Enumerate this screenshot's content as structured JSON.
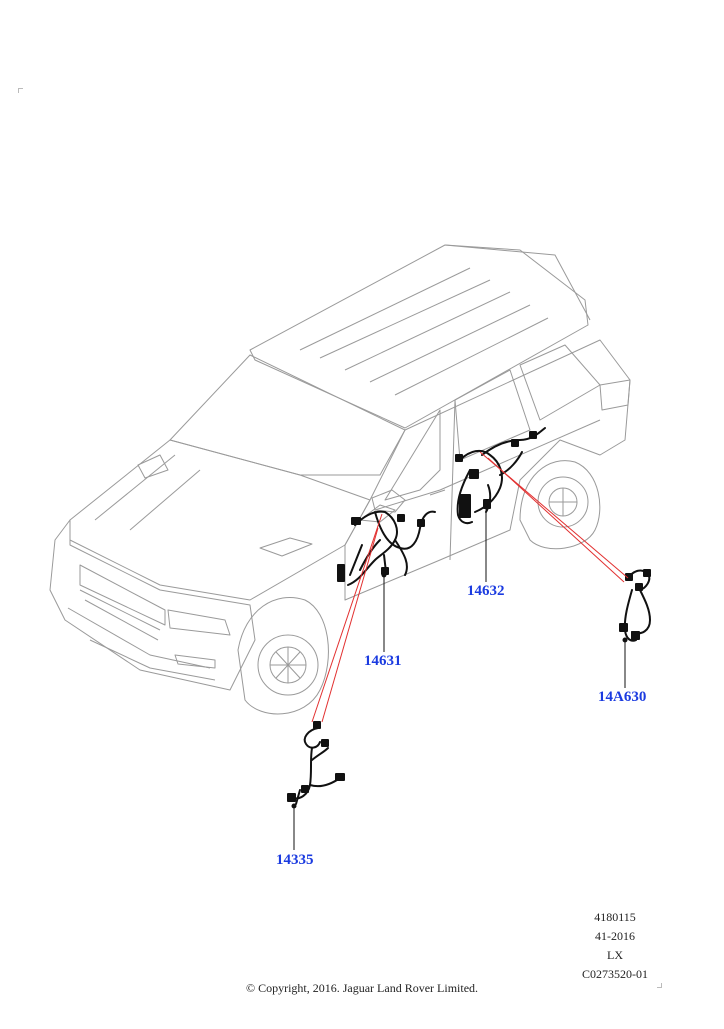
{
  "diagram": {
    "callouts": [
      {
        "id": "harness-front-door",
        "label": "14631"
      },
      {
        "id": "harness-rear-door",
        "label": "14632"
      },
      {
        "id": "harness-tailgate",
        "label": "14A630"
      },
      {
        "id": "harness-loose",
        "label": "14335"
      }
    ],
    "reference": {
      "line1": "4180115",
      "line2": "41-2016",
      "line3": "LX",
      "line4": "C0273520-01"
    },
    "copyright": "© Copyright, 2016. Jaguar Land Rover Limited.",
    "colors": {
      "callout_text": "#1b3be0",
      "leader_red": "#e23030",
      "outline_gray": "#9a9a9a",
      "harness_black": "#111111"
    }
  }
}
